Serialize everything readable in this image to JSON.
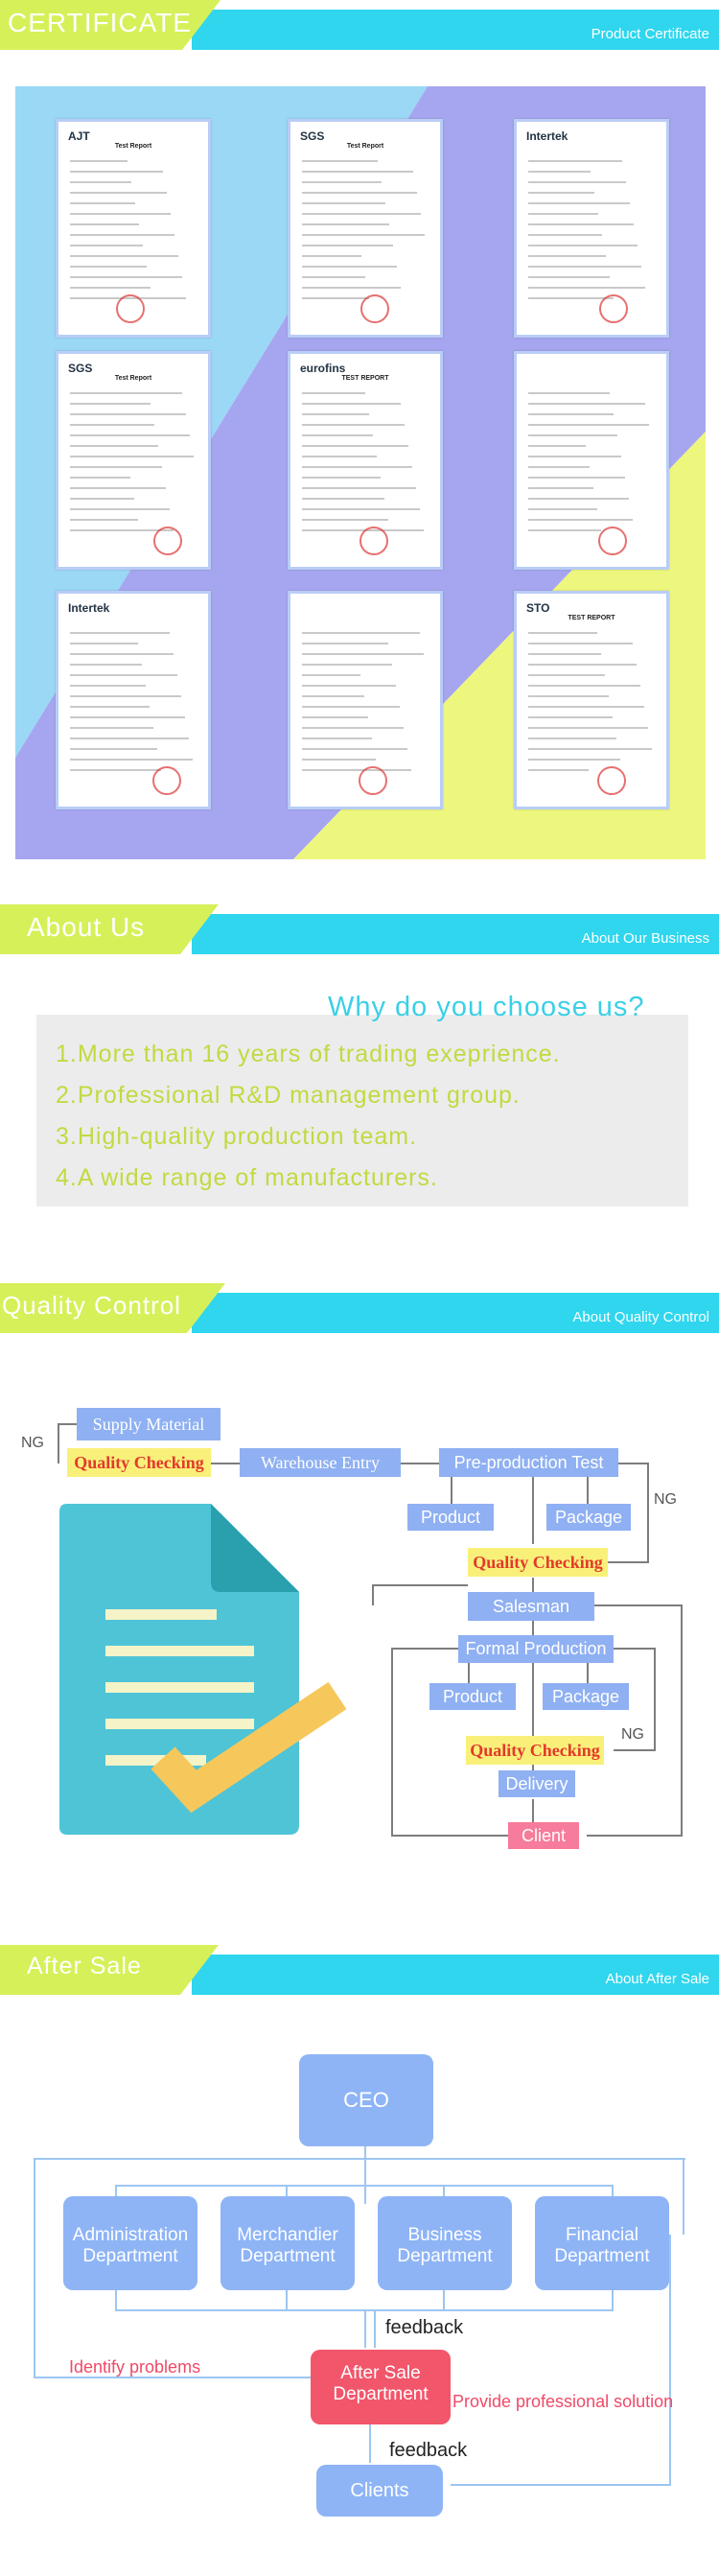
{
  "certificate": {
    "title": "CERTIFICATE",
    "subtitle": "Product Certificate",
    "docs": [
      {
        "logo": "AJT",
        "heading": "Test Report"
      },
      {
        "logo": "SGS",
        "heading": "Test Report"
      },
      {
        "logo": "Intertek",
        "heading": ""
      },
      {
        "logo": "SGS",
        "heading": "Test Report"
      },
      {
        "logo": "eurofins",
        "heading": "TEST REPORT"
      },
      {
        "logo": "",
        "heading": ""
      },
      {
        "logo": "Intertek",
        "heading": ""
      },
      {
        "logo": "",
        "heading": ""
      },
      {
        "logo": "STO",
        "heading": "TEST REPORT"
      }
    ]
  },
  "about": {
    "title": "About Us",
    "subtitle": "About Our Business",
    "why_title": "Why do you choose us?",
    "items": [
      "1.More than 16 years of trading exeprience.",
      "2.Professional R&D management group.",
      "3.High-quality production team.",
      "4.A wide range of manufacturers."
    ]
  },
  "quality": {
    "title": "Quality Control",
    "subtitle": "About Quality Control",
    "ng": "NG",
    "supply": "Supply  Material",
    "check": "Quality Checking",
    "warehouse": "Warehouse Entry",
    "preproduction": "Pre-production Test",
    "product": "Product",
    "package": "Package",
    "salesman": "Salesman",
    "formal": "Formal Production",
    "delivery": "Delivery",
    "client": "Client"
  },
  "after": {
    "title": "After Sale",
    "subtitle": "About After Sale",
    "ceo": "CEO",
    "departments": [
      [
        "Administration",
        "Department"
      ],
      [
        "Merchandier",
        "Department"
      ],
      [
        "Business",
        "Department"
      ],
      [
        "Financial",
        "Department"
      ]
    ],
    "feedback": "feedback",
    "identify": "Identify problems",
    "aftersale": [
      "After Sale",
      "Department"
    ],
    "provide": "Provide professional solution",
    "clients": "Clients"
  },
  "colors": {
    "cyan": "#2fd6ee",
    "green": "#d6f05a",
    "blue": "#8fb0f2",
    "red": "#ef4a68"
  }
}
